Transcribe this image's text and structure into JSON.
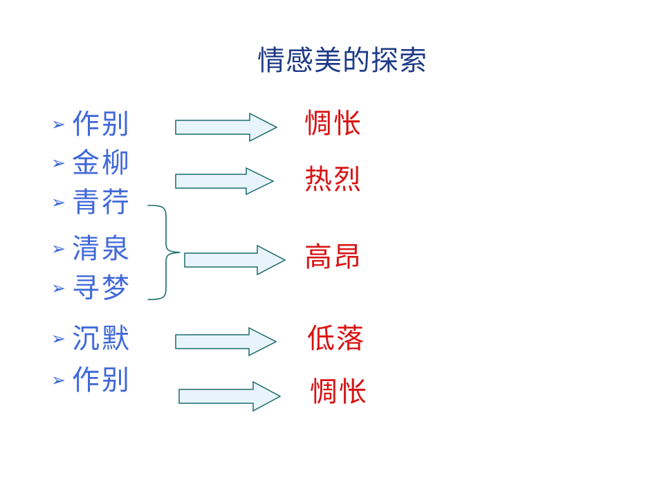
{
  "slide": {
    "title": "情感美的探索",
    "title_color": "#1f3b87",
    "background_color": "#ffffff"
  },
  "colors": {
    "title_blue": "#1f3b87",
    "list_blue": "#4169d8",
    "bullet_blue": "#3a66d6",
    "arrow_fill": "#e8f4fb",
    "arrow_stroke": "#1a6b6b",
    "brace_stroke": "#1a6b6b",
    "mood_red": "#d81414"
  },
  "list": {
    "bullet_glyph": "➢",
    "items": [
      {
        "label": "作别"
      },
      {
        "label": "金柳"
      },
      {
        "label": "青荇"
      },
      {
        "label": "清泉"
      },
      {
        "label": "寻梦"
      },
      {
        "label": "沉默"
      },
      {
        "label": "作别"
      }
    ]
  },
  "moods": [
    {
      "label": "惆怅"
    },
    {
      "label": "热烈"
    },
    {
      "label": "高昂"
    },
    {
      "label": "低落"
    },
    {
      "label": "惆怅"
    }
  ],
  "arrows": [
    {
      "name": "arrow-to-chouchang-top"
    },
    {
      "name": "arrow-to-relie"
    },
    {
      "name": "arrow-to-gaoang"
    },
    {
      "name": "arrow-to-diluo"
    },
    {
      "name": "arrow-to-chouchang-bottom"
    }
  ],
  "brace": {
    "name": "grouping-brace",
    "groups_items": [
      "青荇",
      "清泉",
      "寻梦"
    ],
    "points_to": "高昂"
  }
}
